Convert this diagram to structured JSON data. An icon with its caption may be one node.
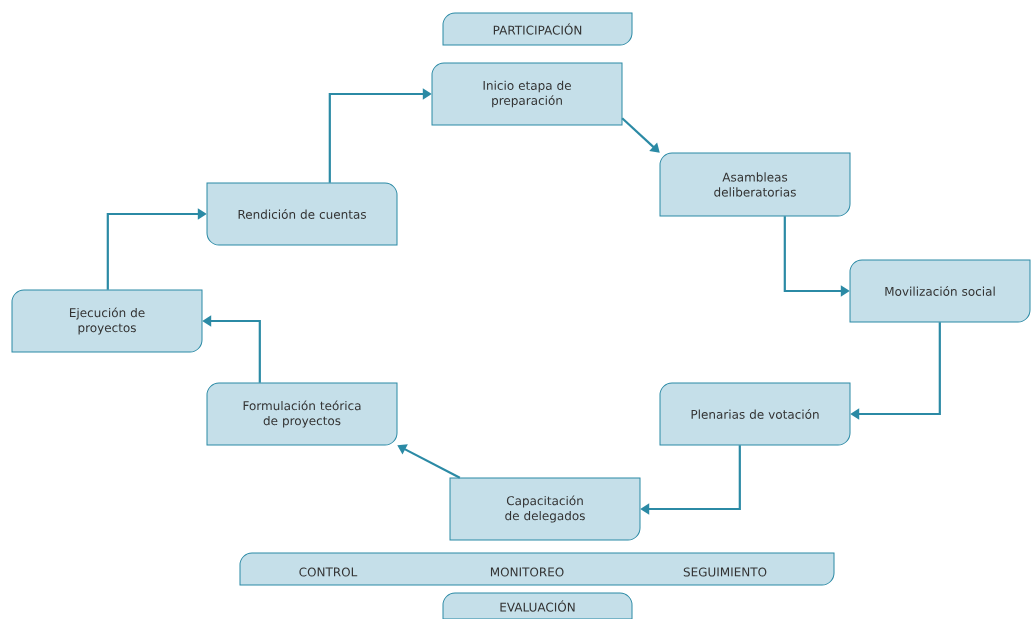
{
  "diagram": {
    "nodes": [
      {
        "text": [
          "PARTICIPACIÓN"
        ]
      },
      {
        "text": [
          "Inicio etapa de preparación"
        ]
      },
      {
        "text": [
          "Asambleas deliberatorias"
        ]
      },
      {
        "text": [
          "Movilización social"
        ]
      },
      {
        "text": [
          "Plenarias de votación"
        ]
      },
      {
        "text": [
          "Capacitación de delegados"
        ]
      },
      {
        "text": [
          "Formulación teórica de proyectos"
        ]
      },
      {
        "text": [
          "Ejecución de proyectos"
        ]
      },
      {
        "text": [
          "Rendición de cuentas"
        ]
      },
      {
        "text": [
          "CONTROL",
          "MONITOREO",
          "SEGUIMIENTO"
        ]
      },
      {
        "text": [
          "EVALUACIÓN"
        ]
      }
    ],
    "edges": [
      {
        "from": 1,
        "to": 2,
        "arrow": "to"
      },
      {
        "from": 2,
        "to": 3,
        "arrow": "to"
      },
      {
        "from": 3,
        "to": 4,
        "arrow": "to"
      },
      {
        "from": 4,
        "to": 5,
        "arrow": "to"
      },
      {
        "from": 5,
        "to": 6,
        "arrow": "to"
      },
      {
        "from": 6,
        "to": 7,
        "arrow": "to"
      },
      {
        "from": 7,
        "to": 8,
        "arrow": "to"
      },
      {
        "from": 8,
        "to": 1,
        "arrow": "to"
      }
    ]
  }
}
